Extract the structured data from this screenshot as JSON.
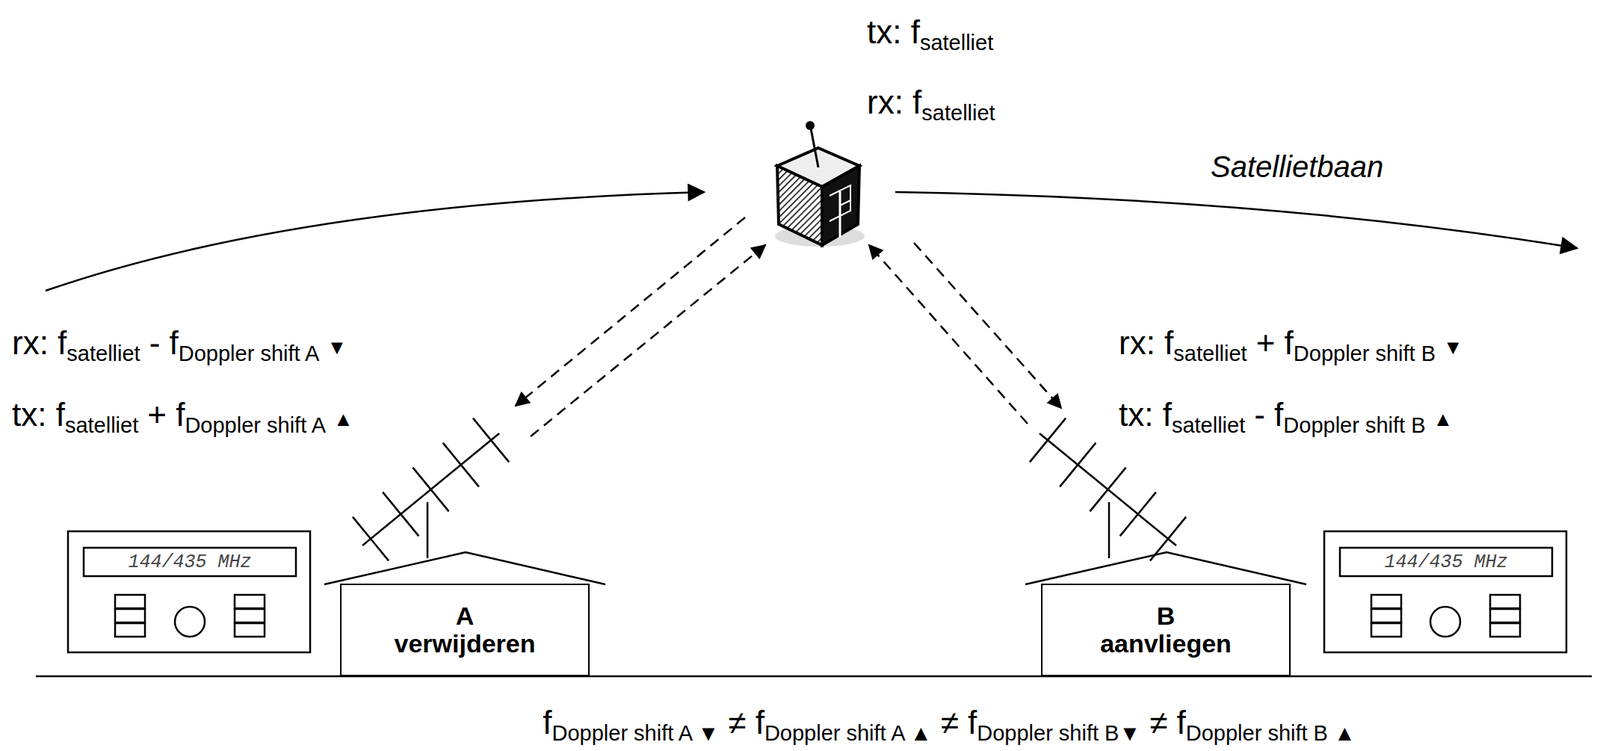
{
  "diagram": {
    "nodes": [
      {
        "text": [
          "A",
          "verwijderen"
        ]
      },
      {
        "text": [
          "B",
          "aanvliegen"
        ]
      }
    ],
    "labels": [
      "tx: f",
      "satelliet",
      "rx: f",
      "satelliet",
      "Satellietbaan",
      "rx: f",
      "satelliet",
      "- f",
      "Doppler shift A",
      "▼",
      "tx: f",
      "satelliet",
      "+ f",
      "Doppler shift A",
      "▲",
      "rx: f",
      "satelliet",
      "+ f",
      "Doppler shift B",
      "▼",
      "tx: f",
      "satelliet",
      "- f",
      "Doppler shift B",
      "▲",
      "144/435 MHz",
      "144/435 MHz",
      "f",
      "Doppler shift A ▼",
      "≠ f",
      "Doppler shift A ▲",
      "≠ f",
      "Doppler shift B▼",
      "≠ f",
      "Doppler shift B ▲"
    ]
  }
}
